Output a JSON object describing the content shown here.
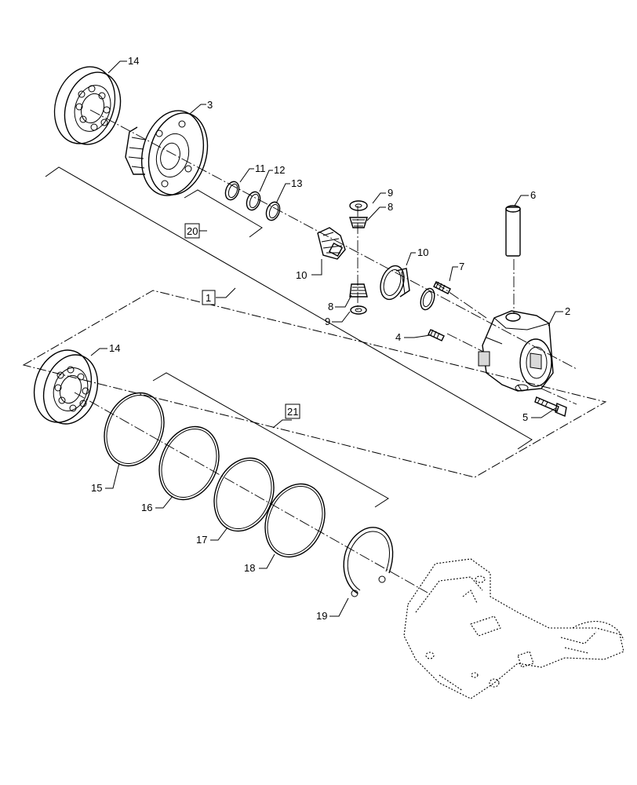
{
  "labels": {
    "p1": "1",
    "p2": "2",
    "p3": "3",
    "p4": "4",
    "p5": "5",
    "p6": "6",
    "p7": "7",
    "p8a": "8",
    "p8b": "8",
    "p9a": "9",
    "p9b": "9",
    "p10a": "10",
    "p10b": "10",
    "p11": "11",
    "p12": "12",
    "p13": "13",
    "p14a": "14",
    "p14b": "14",
    "p15": "15",
    "p16": "16",
    "p17": "17",
    "p18": "18",
    "p19": "19",
    "p20": "20",
    "p21": "21"
  }
}
